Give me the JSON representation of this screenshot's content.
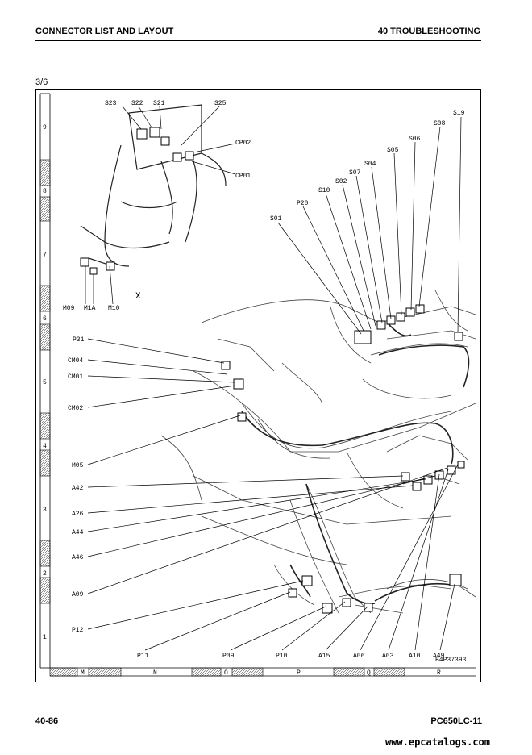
{
  "header": {
    "left_title": "CONNECTOR LIST AND LAYOUT",
    "right_title": "40 TROUBLESHOOTING"
  },
  "page_indicator": "3/6",
  "grid": {
    "rows": [
      "9",
      "8",
      "7",
      "6",
      "5",
      "4",
      "3",
      "2",
      "1"
    ],
    "columns": [
      "M",
      "N",
      "O",
      "P",
      "Q",
      "R"
    ]
  },
  "connectors": {
    "s23": "S23",
    "s22": "S22",
    "s21": "S21",
    "s25": "S25",
    "cp02": "CP02",
    "cp01": "CP01",
    "m09": "M09",
    "m1a": "M1A",
    "m10": "M10",
    "x": "X",
    "s19": "S19",
    "s08": "S08",
    "s06": "S06",
    "s05": "S05",
    "s04": "S04",
    "s07": "S07",
    "s02": "S02",
    "s10": "S10",
    "p20": "P20",
    "s01": "S01",
    "p31": "P31",
    "cm04": "CM04",
    "cm01": "CM01",
    "cm02": "CM02",
    "m05": "M05",
    "a42": "A42",
    "a26": "A26",
    "a44": "A44",
    "a46": "A46",
    "a09": "A09",
    "p12": "P12",
    "p11": "P11",
    "p09": "P09",
    "p10": "P10",
    "a15": "A15",
    "a06": "A06",
    "a03": "A03",
    "a10": "A10",
    "a49": "A49"
  },
  "figure_ref": "B4P37393",
  "footer": {
    "page_number": "40-86",
    "model": "PC650LC-11"
  },
  "watermark": "www.epcatalogs.com"
}
